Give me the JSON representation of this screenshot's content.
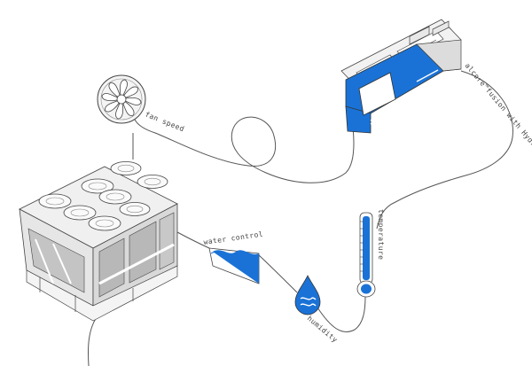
{
  "labels": {
    "fan_speed": "fan speed",
    "controller": "alcore™fusion with Hydrolic™",
    "water_control": "water control",
    "temperature": "temperature",
    "humidity": "humidity"
  },
  "icons": {
    "fan": "fan-icon",
    "controller": "controller-board-icon",
    "chiller": "chiller-unit-icon",
    "water_tank": "water-tank-icon",
    "droplet": "water-droplet-icon",
    "thermometer": "thermometer-icon"
  },
  "colors": {
    "accent_blue": "#1a72d6",
    "line": "#555555",
    "unit_fill": "#e6e6e6",
    "unit_shadow": "#b8b8b8"
  }
}
